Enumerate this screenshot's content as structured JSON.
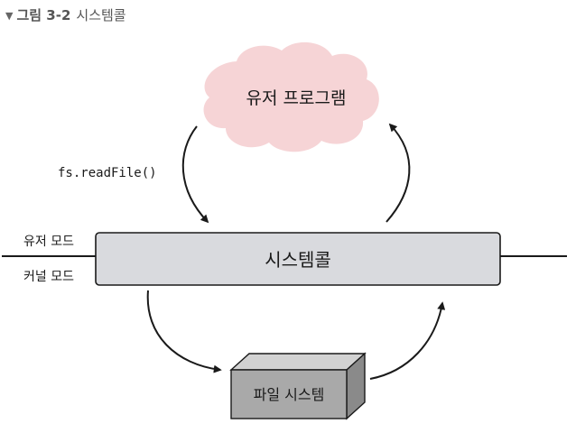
{
  "caption": {
    "marker": "▼",
    "number": "그림 3-2",
    "title": "시스템콜"
  },
  "diagram": {
    "user_program": "유저 프로그램",
    "function_call": "fs.readFile()",
    "system_call": "시스템콜",
    "user_mode": "유저 모드",
    "kernel_mode": "커널 모드",
    "file_system": "파일 시스템",
    "colors": {
      "cloud_fill": "#f6d4d6",
      "syscall_bar_fill": "#d9dade",
      "box_front": "#a9a9a9",
      "box_top": "#d2d2d2",
      "box_side": "#8a8a8a",
      "stroke": "#1a1a1a"
    }
  }
}
